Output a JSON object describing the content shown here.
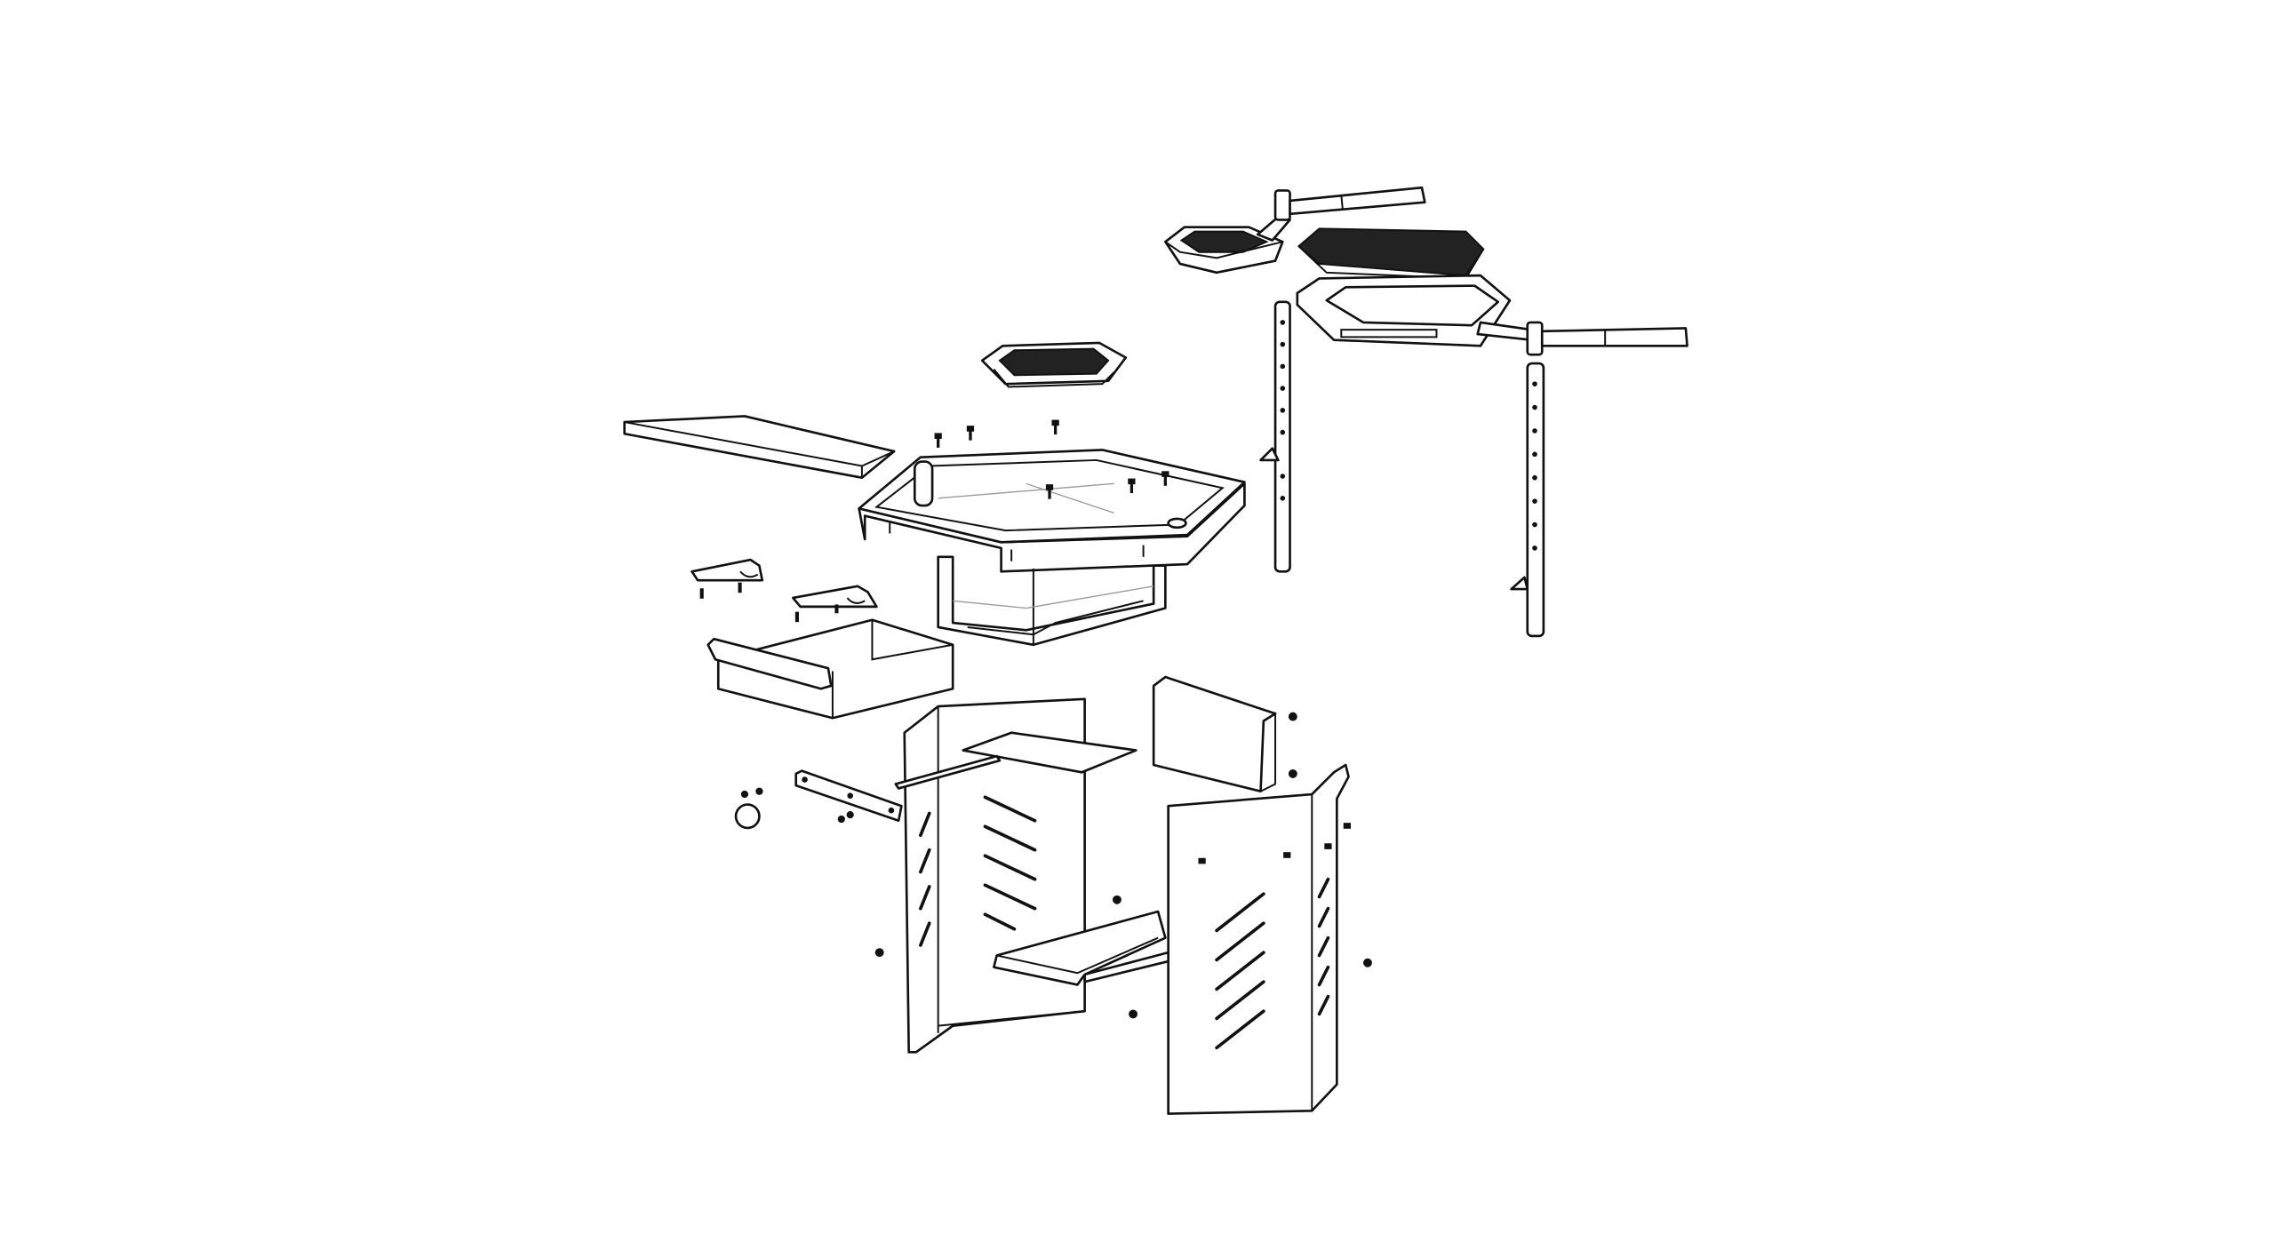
{
  "diagram": {
    "type": "exploded-assembly-view",
    "colors": {
      "line": "#111111",
      "background": "#ffffff"
    },
    "parts": [
      "side-shelf",
      "fire-bowl",
      "charcoal-grate",
      "base-frame",
      "grill-grate",
      "charcoal-tray",
      "grill-ring",
      "handles",
      "poles",
      "hooks",
      "ash-drawer",
      "left-panel",
      "right-panel",
      "back-plate",
      "upper-shelf-plate",
      "lower-shelf",
      "bracket-strip",
      "screws",
      "cap"
    ]
  }
}
